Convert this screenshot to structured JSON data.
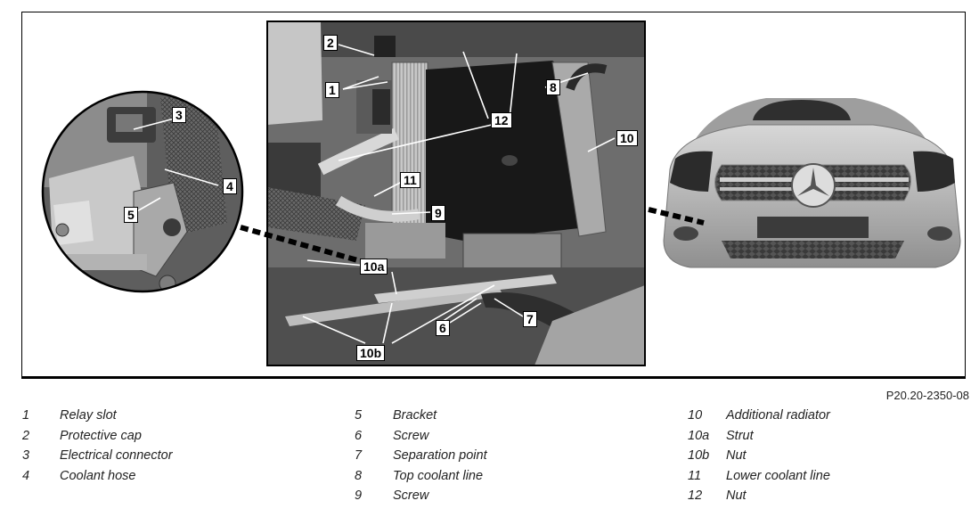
{
  "doc_id": "P20.20-2350-08",
  "callouts": [
    {
      "key": "c1",
      "text": "1"
    },
    {
      "key": "c2",
      "text": "2"
    },
    {
      "key": "c3",
      "text": "3"
    },
    {
      "key": "c4",
      "text": "4"
    },
    {
      "key": "c5",
      "text": "5"
    },
    {
      "key": "c6",
      "text": "6"
    },
    {
      "key": "c7",
      "text": "7"
    },
    {
      "key": "c8",
      "text": "8"
    },
    {
      "key": "c9",
      "text": "9"
    },
    {
      "key": "c10",
      "text": "10"
    },
    {
      "key": "c10a",
      "text": "10a"
    },
    {
      "key": "c10b",
      "text": "10b"
    },
    {
      "key": "c11",
      "text": "11"
    },
    {
      "key": "c12",
      "text": "12"
    }
  ],
  "legend": {
    "col1": [
      {
        "num": "1",
        "label": "Relay slot"
      },
      {
        "num": "2",
        "label": "Protective cap"
      },
      {
        "num": "3",
        "label": "Electrical connector"
      },
      {
        "num": "4",
        "label": "Coolant hose"
      }
    ],
    "col2": [
      {
        "num": "5",
        "label": "Bracket"
      },
      {
        "num": "6",
        "label": "Screw"
      },
      {
        "num": "7",
        "label": "Separation point"
      },
      {
        "num": "8",
        "label": "Top coolant line"
      },
      {
        "num": "9",
        "label": "Screw"
      }
    ],
    "col3": [
      {
        "num": "10",
        "label": "Additional radiator"
      },
      {
        "num": "10a",
        "label": "Strut"
      },
      {
        "num": "10b",
        "label": "Nut"
      },
      {
        "num": "11",
        "label": "Lower coolant line"
      },
      {
        "num": "12",
        "label": "Nut"
      }
    ]
  }
}
